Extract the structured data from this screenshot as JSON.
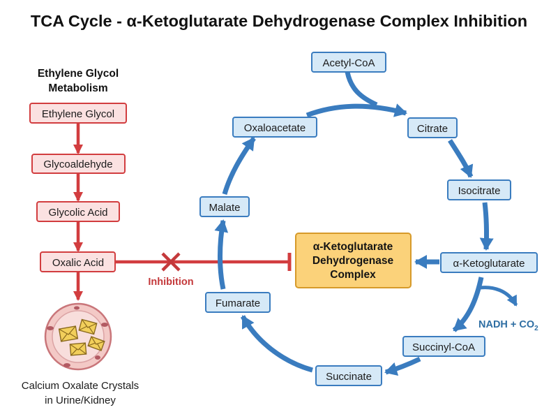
{
  "title": "TCA Cycle - α-Ketoglutarate Dehydrogenase Complex Inhibition",
  "ethylene_glycol_pathway": {
    "heading_line1": "Ethylene Glycol",
    "heading_line2": "Metabolism",
    "steps": [
      "Ethylene Glycol",
      "Glycoaldehyde",
      "Glycolic Acid",
      "Oxalic Acid"
    ],
    "end_caption_line1": "Calcium Oxalate Crystals",
    "end_caption_line2": "in Urine/Kidney"
  },
  "tca_cycle": {
    "acetyl_coa": "Acetyl-CoA",
    "citrate": "Citrate",
    "isocitrate": "Isocitrate",
    "alpha_ketoglutarate": "α-Ketoglutarate",
    "succinyl_coa": "Succinyl-CoA",
    "succinate": "Succinate",
    "fumarate": "Fumarate",
    "malate": "Malate",
    "oxaloacetate": "Oxaloacetate"
  },
  "enzyme": {
    "line1": "α-Ketoglutarate",
    "line2": "Dehydrogenase",
    "line3": "Complex"
  },
  "inhibition_label": "Inhibition",
  "byproduct": {
    "main": "NADH + CO",
    "subscript": "2"
  },
  "colors": {
    "tca_fill": "#d6e9f7",
    "tca_stroke": "#3a7cbf",
    "eg_fill": "#fbe1e1",
    "eg_stroke": "#d23d3f",
    "enzyme_fill": "#fbd27a",
    "enzyme_stroke": "#d69a2a",
    "inhibition": "#c4393b",
    "nadh": "#2e6ea3"
  }
}
